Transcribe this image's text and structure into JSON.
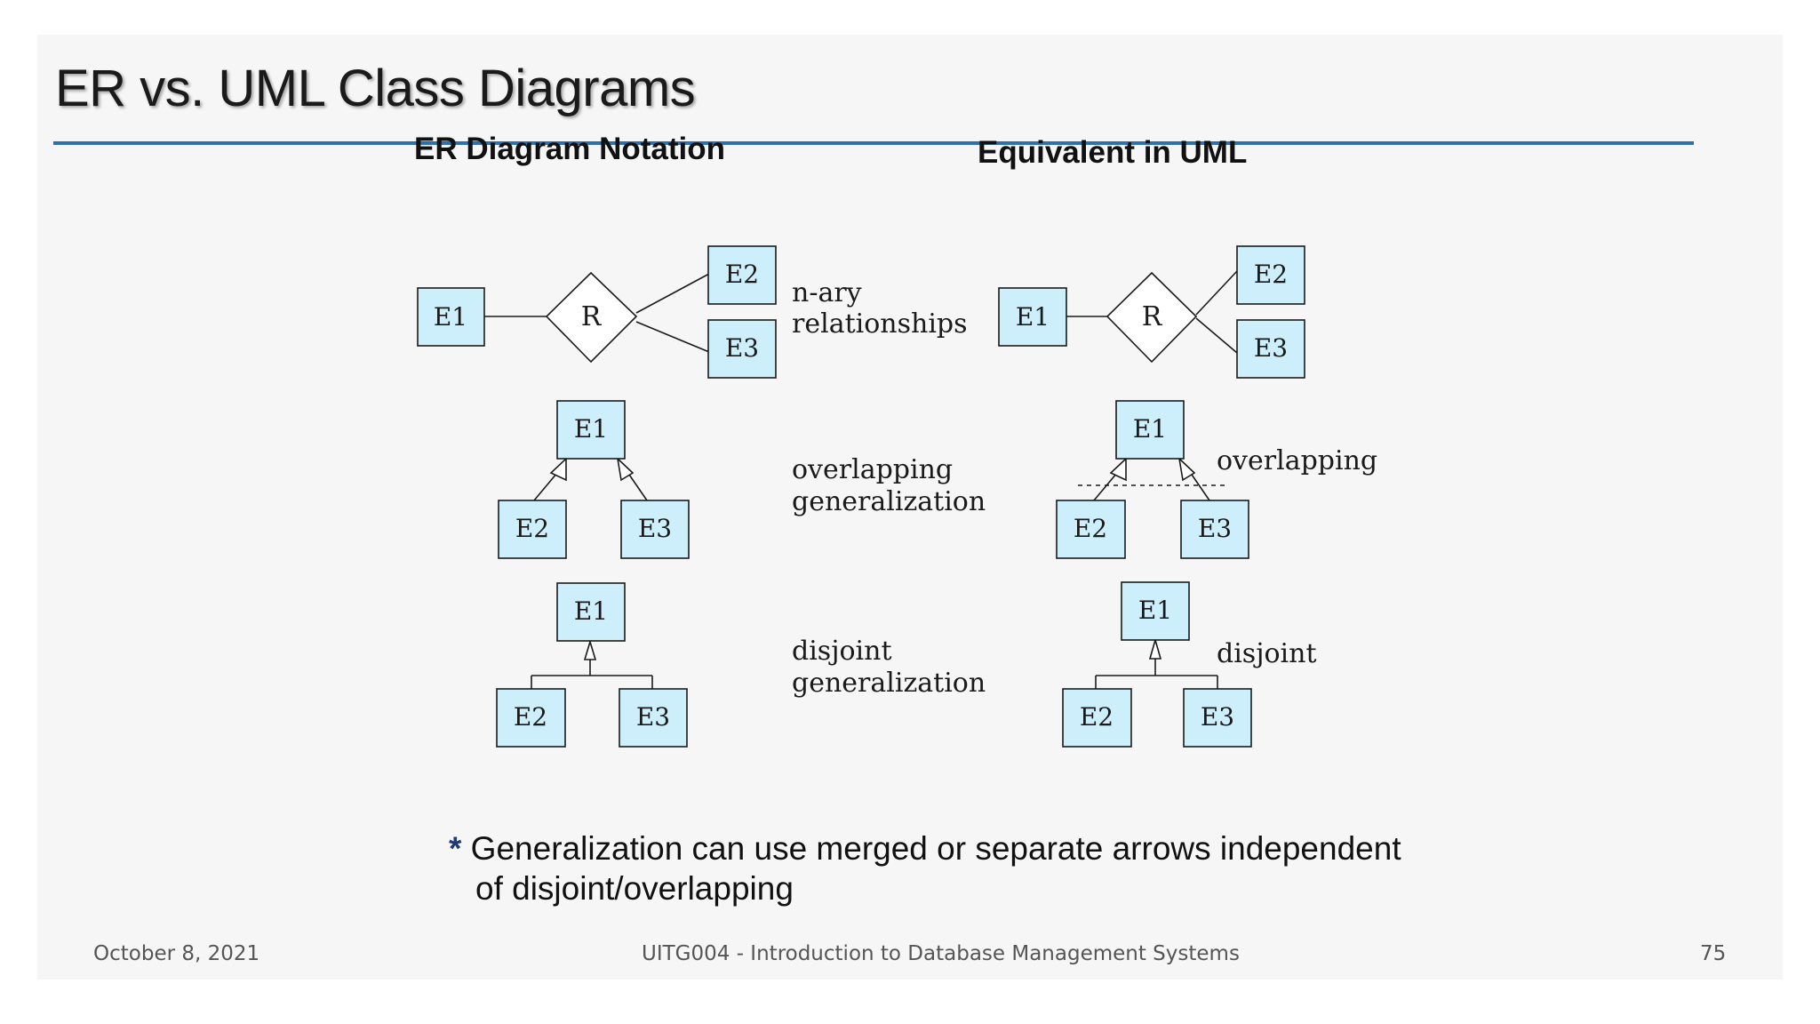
{
  "slide": {
    "title": "ER vs. UML Class Diagrams",
    "heading_er": "ER Diagram Notation",
    "heading_uml": "Equivalent in UML"
  },
  "diagram": {
    "entities": {
      "e1": "E1",
      "e2": "E2",
      "e3": "E3"
    },
    "relationship": "R",
    "labels": {
      "nary_1": "n-ary",
      "nary_2": "relationships",
      "overlap_gen_1": "overlapping",
      "overlap_gen_2": "generalization",
      "disjoint_gen_1": "disjoint",
      "disjoint_gen_2": "generalization",
      "uml_overlapping": "overlapping",
      "uml_disjoint": "disjoint"
    }
  },
  "note": {
    "star": "*",
    "line1": " Generalization can use merged or separate arrows independent",
    "line2": "of disjoint/overlapping"
  },
  "footer": {
    "date": "October 8, 2021",
    "course": "UITG004 - Introduction to Database Management Systems",
    "page": "75"
  }
}
